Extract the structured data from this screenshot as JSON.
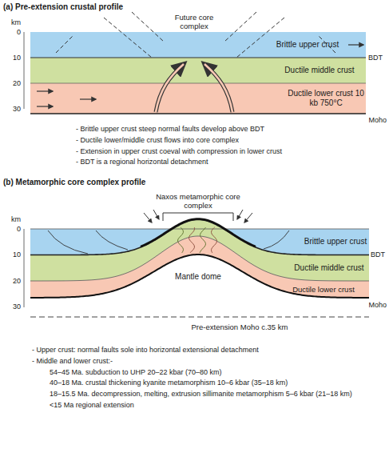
{
  "diagram": {
    "nodes": [
      {
        "text": [
          "Brittle upper crust"
        ]
      },
      {
        "text": [
          "Ductile middle crust"
        ]
      },
      {
        "text": [
          "Ductile lower crust 10 kb 750°C"
        ]
      }
    ],
    "labels": [
      "(a) Pre-extension crustal profile",
      "km",
      "0",
      "10",
      "20",
      "30",
      "Future core complex",
      "BDT",
      "Moho",
      "- Brittle upper crust steep normal faults develop above BDT",
      "- Ductile lower/middle crust flows into core complex",
      "- Extension in upper crust coeval with compression in lower crust",
      "- BDT is a regional horizontal detachment",
      "(b) Metamorphic core complex profile",
      "Naxos metamorphic core complex",
      "km",
      "0",
      "10",
      "20",
      "30",
      "Brittle upper crust",
      "BDT",
      "Ductile middle crust",
      "Ductile lower crust",
      "Moho",
      "Mantle dome",
      "Pre-extension Moho c.35 km",
      "- Upper crust: normal faults sole into horizontal extensional detachment",
      "- Middle and lower crust:-",
      "54–45 Ma. subduction to UHP 20–22 kbar (70–80 km)",
      "40–18 Ma. crustal thickening kyanite metamorphism 10–6 kbar (35–18 km)",
      "18–15.5 Ma. decompression, melting, extrusion sillimanite metamorphism 5–6 kbar (21–18 km)",
      "<15 Ma regional extension"
    ]
  }
}
